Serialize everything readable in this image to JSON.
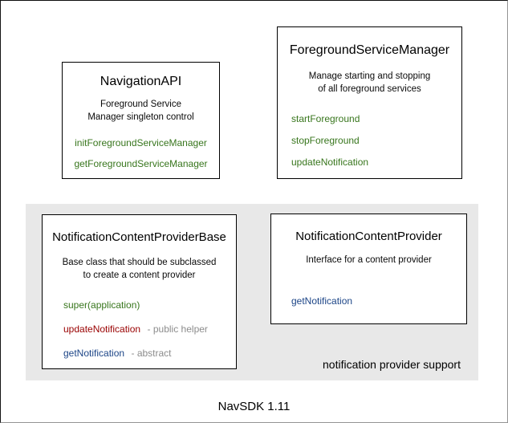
{
  "diagram": {
    "footer": "NavSDK 1.11",
    "group": {
      "label": "notification provider support"
    },
    "boxes": {
      "navigation_api": {
        "title": "NavigationAPI",
        "desc": [
          "Foreground Service",
          "Manager singleton control"
        ],
        "methods": [
          {
            "name": "initForegroundServiceManager"
          },
          {
            "name": "getForegroundServiceManager"
          }
        ]
      },
      "foreground_service_manager": {
        "title": "ForegroundServiceManager",
        "desc": [
          "Manage starting and stopping",
          "of all foreground services"
        ],
        "methods": [
          {
            "name": "startForeground"
          },
          {
            "name": "stopForeground"
          },
          {
            "name": "updateNotification"
          }
        ]
      },
      "notification_content_provider_base": {
        "title": "NotificationContentProviderBase",
        "desc": [
          "Base class that should be subclassed",
          "to create a content provider"
        ],
        "methods": [
          {
            "name": "super(application)",
            "note": ""
          },
          {
            "name": "updateNotification",
            "note": "- public helper"
          },
          {
            "name": "getNotification",
            "note": "- abstract"
          }
        ]
      },
      "notification_content_provider": {
        "title": "NotificationContentProvider",
        "desc": [
          "Interface for a content provider"
        ],
        "methods": [
          {
            "name": "getNotification"
          }
        ]
      }
    },
    "colors": {
      "method_green": "#38761d",
      "method_red": "#990000",
      "method_blue": "#1c4587",
      "note_gray": "#8c8c8c",
      "group_bg": "#e8e8e8"
    }
  }
}
